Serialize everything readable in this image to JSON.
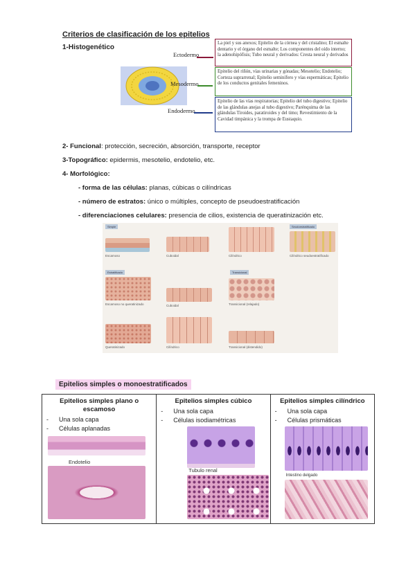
{
  "header": {
    "title": "Criterios de clasificación de los epitelios",
    "histogenetico": "1-Histogenético"
  },
  "germ_layers": [
    {
      "name": "Ectodermo",
      "color": "#8b1a3a",
      "text": "La piel y sus anexos; Epitelio de la córnea y del cristalino; El esmalte dentario y el órgano del esmalte; Los componentes del oído interno; la adenohipófisis; Tubo neural y derivados: Cresta neural y derivados"
    },
    {
      "name": "Mesodermo",
      "color": "#3a8a2a",
      "text": "Epitelio del riñón, vías urinarias y gónadas; Mesotelio; Endotelio; Corteza suprarrenal; Epitelio seminífero y vías espermáticas; Epitelio de los conductos genitales femeninos."
    },
    {
      "name": "Endodermo",
      "color": "#1f3a8a",
      "text": "Epitelio de las vías respiratorias; Epitelio del tubo digestivo; Epitelio de las glándulas anejas al tubo digestivo; Parénquima de las glándulas Tiroides, paratiroides y del timo; Revestimiento de la Cavidad timpánica y la trompa de Eustaquio."
    }
  ],
  "criteria": {
    "funcional_label": "2- Funcional",
    "funcional_text": ": protección, secreción, absorción, transporte, receptor",
    "topografico_label": "3-Topográfico:",
    "topografico_text": " epidermis, mesotelio, endotelio, etc.",
    "morfologico_label": "4- Morfológico:",
    "forma_label": "- forma de las células:",
    "forma_text": " planas, cúbicas o cilíndricas",
    "estratos_label": "- número de estratos:",
    "estratos_text": " único o múltiples, concepto de pseudoestratificación",
    "diferenciaciones_label": "- diferenciaciones celulares:",
    "diferenciaciones_text": " presencia de cilios, existencia de queratinización etc."
  },
  "figure": {
    "tags": {
      "simple": "Simple",
      "pseudo": "Seudoestratificado",
      "estratificado": "Estratificado",
      "transicional": "Transicional"
    },
    "captions": {
      "escamoso": "Escamoso",
      "cuboidal": "Cuboidal",
      "cilindrico": "Cilíndrico",
      "cil_seudo": "Cilíndrico seudoestratificado",
      "esc_no_q": "Escamoso no queratinizado",
      "cuboidal2": "Cuboidal",
      "trans_relajado": "Transicional (relajado)",
      "queratinizado": "Queratinizado",
      "cilindrico2": "Cilíndrico",
      "trans_distendido": "Transicional (distendido)"
    }
  },
  "section_title": "Epitelios simples o monoestratificados",
  "columns": [
    {
      "heading": "Epitelios simples plano o escamoso",
      "items": [
        "Una sola capa",
        "Células aplanadas"
      ],
      "caption": "Endotelio"
    },
    {
      "heading": "Epitelios simples cúbico",
      "items": [
        "Una sola capa",
        "Células isodiamétricas"
      ],
      "caption": "Tubulo renal"
    },
    {
      "heading": "Epitelios simples cilíndrico",
      "items": [
        "Una sola capa",
        "Células prismáticas"
      ],
      "caption": "Intestino delgado"
    }
  ]
}
